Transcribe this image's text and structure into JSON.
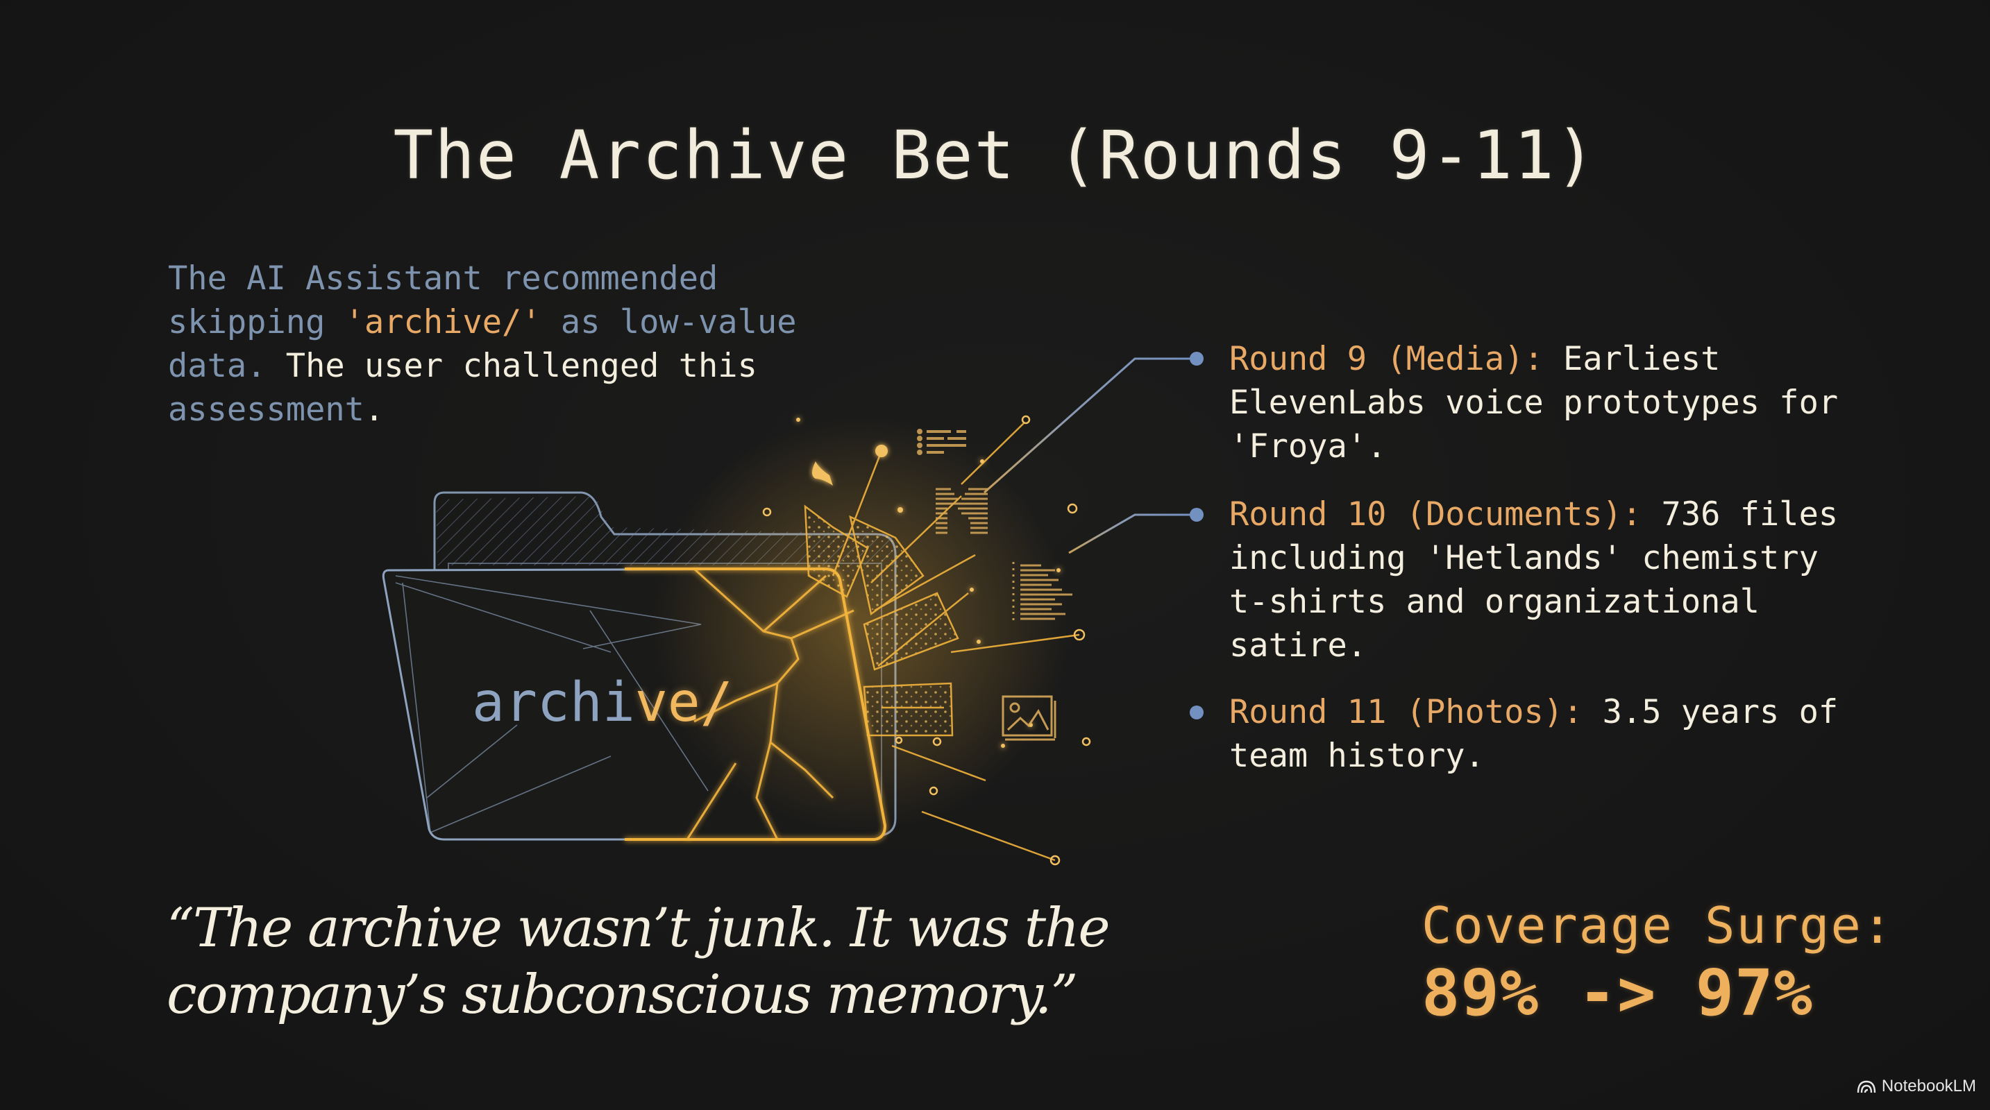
{
  "slide": {
    "title": "The Archive Bet (Rounds 9-11)",
    "intro": {
      "part1": "The AI Assistant recommended skipping ",
      "highlight": "'archive/'",
      "part2": " as low-value data.",
      "part3": " The user challenged this",
      "part4": " assessment",
      "part5": "."
    },
    "folder_label": {
      "blue_part": "archi",
      "orange_part": "ve/"
    },
    "rounds": [
      {
        "label": "Round 9 (Media):",
        "text": " Earliest ElevenLabs voice prototypes for 'Froya'.",
        "icon": "waveform-icon"
      },
      {
        "label": "Round 10 (Documents):",
        "text": " 736 files including 'Hetlands' chemistry t-shirts and organizational satire.",
        "icon": "document-lines-icon"
      },
      {
        "label": "Round 11 (Photos):",
        "text": " 3.5 years of team history.",
        "icon": "image-icon"
      }
    ],
    "quote": "“The archive wasn’t junk. It was the company’s subconscious memory.”",
    "coverage": {
      "label": "Coverage Surge:",
      "value": "89% -> 97%"
    },
    "brand": {
      "name": "NotebookLM",
      "icon": "notebooklm-logo-icon"
    }
  },
  "colors": {
    "background": "#171717",
    "title": "#f2ecdc",
    "muted_blue": "#7e93ad",
    "accent_orange": "#e8a866",
    "coverage_orange": "#eeb05c",
    "body_text": "#f4eedf",
    "connector_blue": "#7391c0",
    "folder_blue": "#8ea3c0",
    "gold": "#f2b33c"
  }
}
